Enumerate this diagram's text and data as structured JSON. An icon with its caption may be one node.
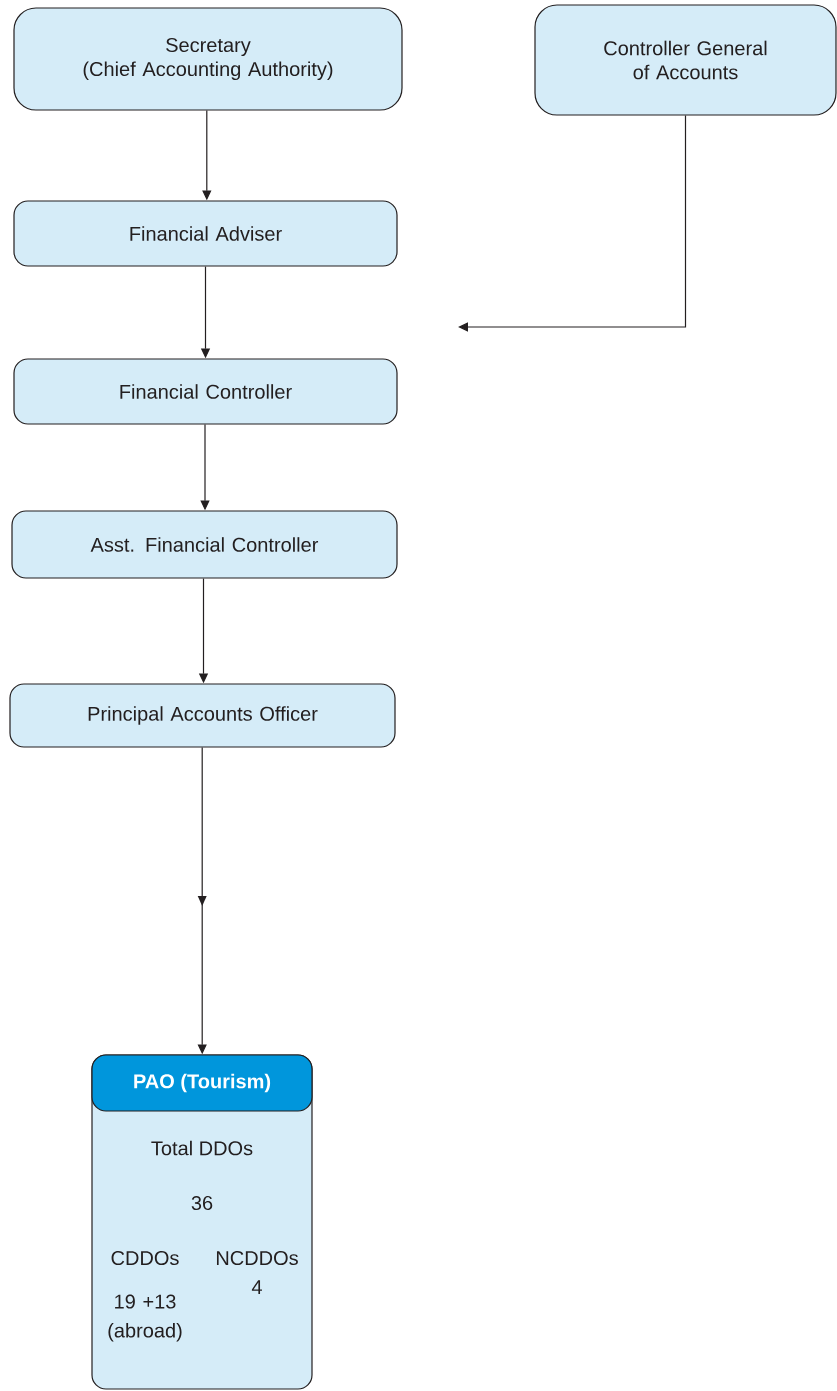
{
  "diagram": {
    "nodes": [
      {
        "text": [
          "Secretary",
          "(Chief Accounting Authority)"
        ]
      },
      {
        "text": [
          "Controller General of Accounts"
        ]
      },
      {
        "text": [
          "Financial Adviser"
        ]
      },
      {
        "text": [
          "Financial Controller"
        ]
      },
      {
        "text": [
          "Asst. Financial Controller"
        ]
      },
      {
        "text": [
          "Principal Accounts Officer"
        ]
      },
      {
        "text": [
          "PAO (Tourism)",
          "Total DDOs",
          "36",
          "CDDOs",
          "NCDDOs",
          "19 +13 (abroad)",
          "4"
        ]
      }
    ],
    "edges": [
      {
        "from": 0,
        "to": 2,
        "arrow": "to"
      },
      {
        "from": 2,
        "to": 3,
        "arrow": "to"
      },
      {
        "from": 3,
        "to": 4,
        "arrow": "to"
      },
      {
        "from": 4,
        "to": 5,
        "arrow": "to"
      },
      {
        "from": 5,
        "to": 6,
        "arrow": "to"
      },
      {
        "from": 1,
        "to": null,
        "arrow": "to"
      }
    ]
  }
}
